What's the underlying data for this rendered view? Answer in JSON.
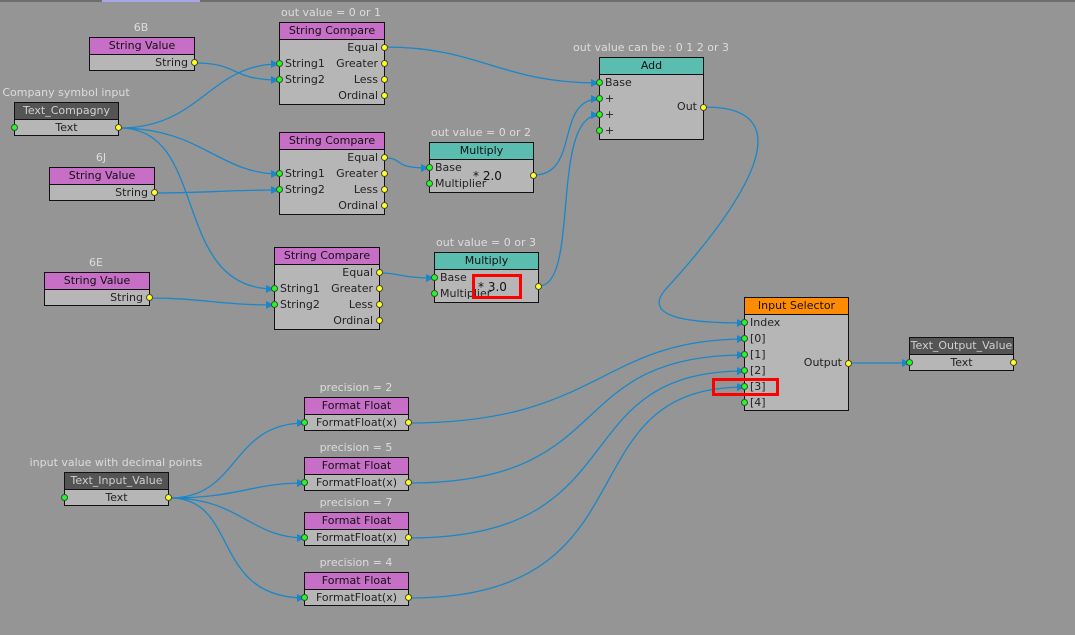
{
  "editor": {
    "active_tab_color": "#a9a6e8",
    "wire_color": "#1a87c9",
    "highlight_color": "#ff0000"
  },
  "nodes": {
    "sv_6b": {
      "caption": "6B",
      "title": "String Value",
      "out": "String"
    },
    "text_company": {
      "caption": "Company symbol input",
      "title": "Text_Compagny",
      "port": "Text"
    },
    "sv_6j": {
      "caption": "6J",
      "title": "String Value",
      "out": "String"
    },
    "sv_6e": {
      "caption": "6E",
      "title": "String Value",
      "out": "String"
    },
    "sc1": {
      "caption": "out value = 0 or 1",
      "title": "String Compare",
      "inputs": [
        "String1",
        "String2"
      ],
      "outputs": [
        "Equal",
        "Greater",
        "Less",
        "Ordinal"
      ]
    },
    "sc2": {
      "caption": "",
      "title": "String Compare",
      "inputs": [
        "String1",
        "String2"
      ],
      "outputs": [
        "Equal",
        "Greater",
        "Less",
        "Ordinal"
      ]
    },
    "sc3": {
      "caption": "",
      "title": "String Compare",
      "inputs": [
        "String1",
        "String2"
      ],
      "outputs": [
        "Equal",
        "Greater",
        "Less",
        "Ordinal"
      ]
    },
    "mul2": {
      "caption": "out value = 0 or 2",
      "title": "Multiply",
      "inputs": [
        "Base",
        "Multiplier"
      ],
      "value": "* 2.0"
    },
    "mul3": {
      "caption": "out value = 0 or 3",
      "title": "Multiply",
      "inputs": [
        "Base",
        "Multiplier"
      ],
      "value": "* 3.0"
    },
    "add": {
      "caption": "out value can be : 0 1 2 or 3",
      "title": "Add",
      "inputs": [
        "Base",
        "+",
        "+",
        "+"
      ],
      "output": "Out"
    },
    "selector": {
      "title": "Input Selector",
      "inputs": [
        "Index",
        "[0]",
        "[1]",
        "[2]",
        "[3]",
        "[4]"
      ],
      "output": "Output"
    },
    "text_output": {
      "title": "Text_Output_Value",
      "port": "Text"
    },
    "text_input": {
      "caption": "input value with decimal points",
      "title": "Text_Input_Value",
      "port": "Text"
    },
    "ff2": {
      "caption": "precision = 2",
      "title": "Format Float",
      "port": "FormatFloat(x)"
    },
    "ff5": {
      "caption": "precision = 5",
      "title": "Format Float",
      "port": "FormatFloat(x)"
    },
    "ff7": {
      "caption": "precision = 7",
      "title": "Format Float",
      "port": "FormatFloat(x)"
    },
    "ff4": {
      "caption": "precision = 4",
      "title": "Format Float",
      "port": "FormatFloat(x)"
    }
  }
}
